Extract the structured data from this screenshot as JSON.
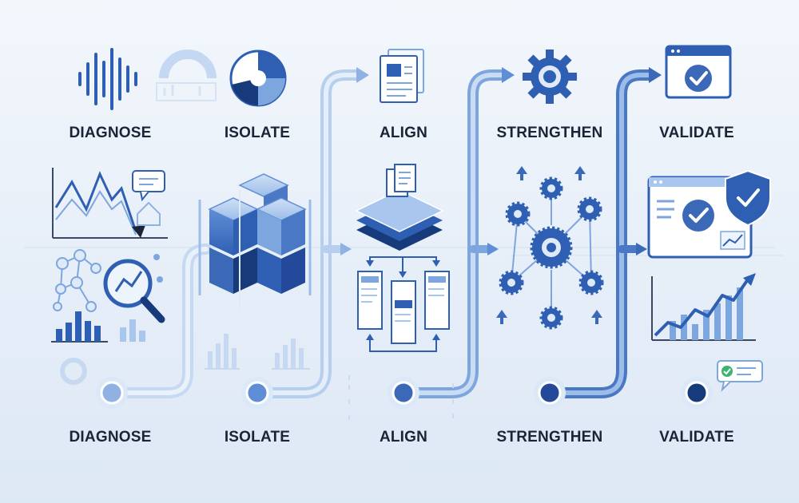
{
  "stages": [
    {
      "label_top": "DIAGNOSE",
      "label_bottom": "DIAGNOSE"
    },
    {
      "label_top": "ISOLATE",
      "label_bottom": "ISOLATE"
    },
    {
      "label_top": "ALIGN",
      "label_bottom": "ALIGN"
    },
    {
      "label_top": "STRENGTHEN",
      "label_bottom": "STRENGTHEN"
    },
    {
      "label_top": "VALIDATE",
      "label_bottom": "VALIDATE"
    }
  ],
  "colors": {
    "primary": "#2f5fb3",
    "dark": "#163a7a",
    "light": "#a9c6ee",
    "pale": "#dfeaf8",
    "accent_green": "#3cb371",
    "text": "#1a2436"
  },
  "icons": [
    "waveform-icon",
    "gauge-icon",
    "pie-chart-icon",
    "line-chart-icon",
    "network-icon",
    "magnifier-icon",
    "bar-chart-icon",
    "cube-stack-icon",
    "document-icon",
    "layer-stack-icon",
    "panel-columns-icon",
    "gear-icon",
    "gear-network-icon",
    "checkmark-window-icon",
    "shield-check-icon",
    "growth-chart-icon",
    "chat-check-icon"
  ]
}
